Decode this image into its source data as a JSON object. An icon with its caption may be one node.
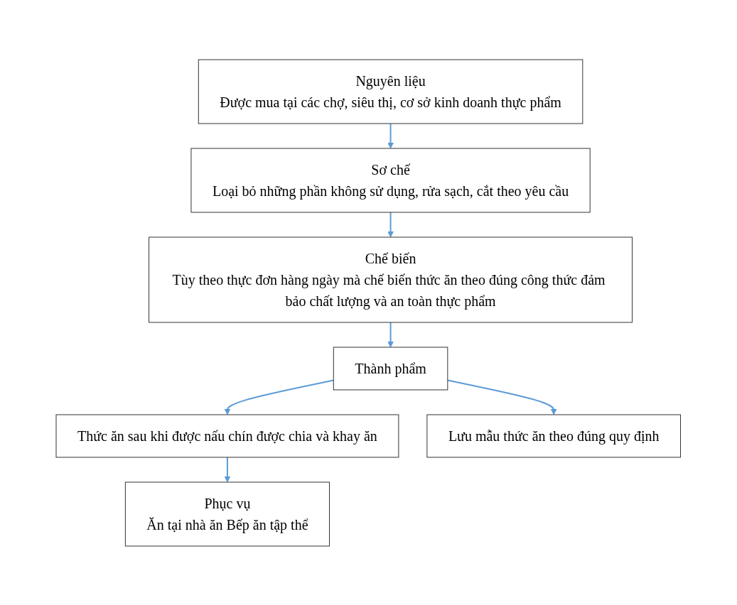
{
  "diagram": {
    "nodes": [
      {
        "text": [
          "Nguyên liệu",
          "Được mua tại các chợ, siêu thị, cơ sở kinh doanh thực phẩm"
        ]
      },
      {
        "text": [
          "Sơ chế",
          "Loại bỏ những phần không sử dụng, rửa sạch, cắt theo yêu cầu"
        ]
      },
      {
        "text": [
          "Chế biến",
          "Tùy theo thực đơn hàng ngày mà chế biến thức ăn theo đúng công thức đảm bảo chất lượng và an toàn thực phẩm"
        ]
      },
      {
        "text": [
          "Thành phẩm"
        ]
      },
      {
        "text": [
          "Thức ăn sau khi được nấu chín được chia và khay ăn"
        ]
      },
      {
        "text": [
          "Lưu mẫu thức ăn theo đúng quy định"
        ]
      },
      {
        "text": [
          "Phục vụ",
          "Ăn tại nhà ăn Bếp ăn tập thể"
        ]
      }
    ],
    "edges": [
      {
        "from": 0,
        "to": 1,
        "arrow": "to"
      },
      {
        "from": 1,
        "to": 2,
        "arrow": "to"
      },
      {
        "from": 2,
        "to": 3,
        "arrow": "to"
      },
      {
        "from": 3,
        "to": 4,
        "arrow": "to"
      },
      {
        "from": 3,
        "to": 5,
        "arrow": "to"
      },
      {
        "from": 4,
        "to": 6,
        "arrow": "to"
      }
    ]
  }
}
